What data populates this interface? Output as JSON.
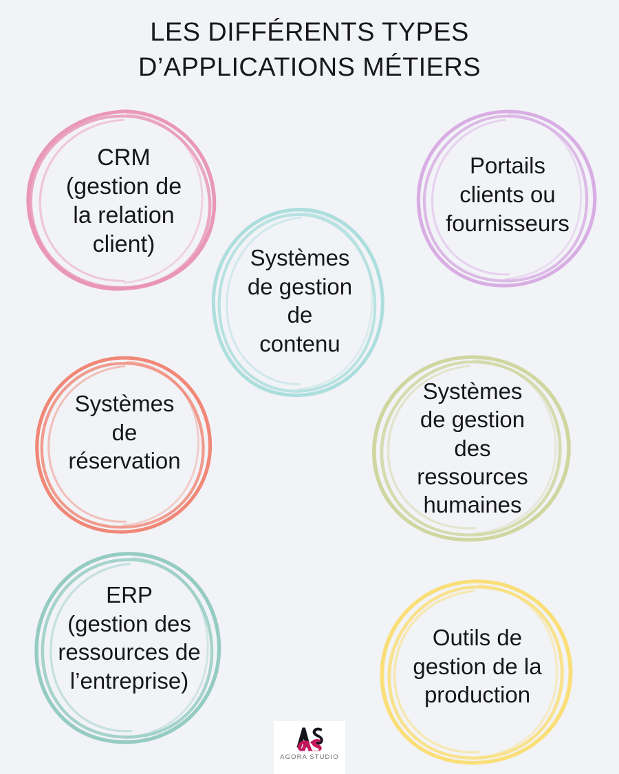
{
  "title": {
    "line1": "LES DIFFÉRENTS TYPES",
    "line2": "D’APPLICATIONS MÉTIERS",
    "full": "LES DIFFÉRENTS TYPES D’APPLICATIONS MÉTIERS"
  },
  "background_color": "#f2f3f7",
  "text_color": "#16171b",
  "bubbles": [
    {
      "id": "crm",
      "label": "CRM\n(gestion de\nla relation\nclient)",
      "color": "#e892b2",
      "name": "CRM (gestion de la relation client)"
    },
    {
      "id": "cms",
      "label": "Systèmes\nde gestion\nde\ncontenu",
      "color": "#a8dcdb",
      "name": "Systèmes de gestion de contenu"
    },
    {
      "id": "portals",
      "label": "Portails\nclients ou\nfournisseurs",
      "color": "#d6a9e2",
      "name": "Portails clients ou fournisseurs"
    },
    {
      "id": "booking",
      "label": "Systèmes\nde\nréservation",
      "color": "#f0816f",
      "name": "Systèmes de réservation"
    },
    {
      "id": "hr",
      "label": "Systèmes\nde gestion\ndes\nressources\nhumaines",
      "color": "#cdd49a",
      "name": "Systèmes de gestion des ressources humaines"
    },
    {
      "id": "erp",
      "label": "ERP\n(gestion des\nressources de\nl’entreprise)",
      "color": "#8fc9be",
      "name": "ERP (gestion des ressources de l’entreprise)"
    },
    {
      "id": "production",
      "label": "Outils de\ngestion de la\nproduction",
      "color": "#fadd72",
      "name": "Outils de gestion de la production"
    }
  ],
  "logo": {
    "wordmark": "AGORA STUDIO",
    "monogram": "AS",
    "mark_dark_color": "#14141a",
    "mark_accent_color": "#c4185c",
    "wordmark_color": "#6f6f74",
    "badge_background": "#ffffff"
  }
}
